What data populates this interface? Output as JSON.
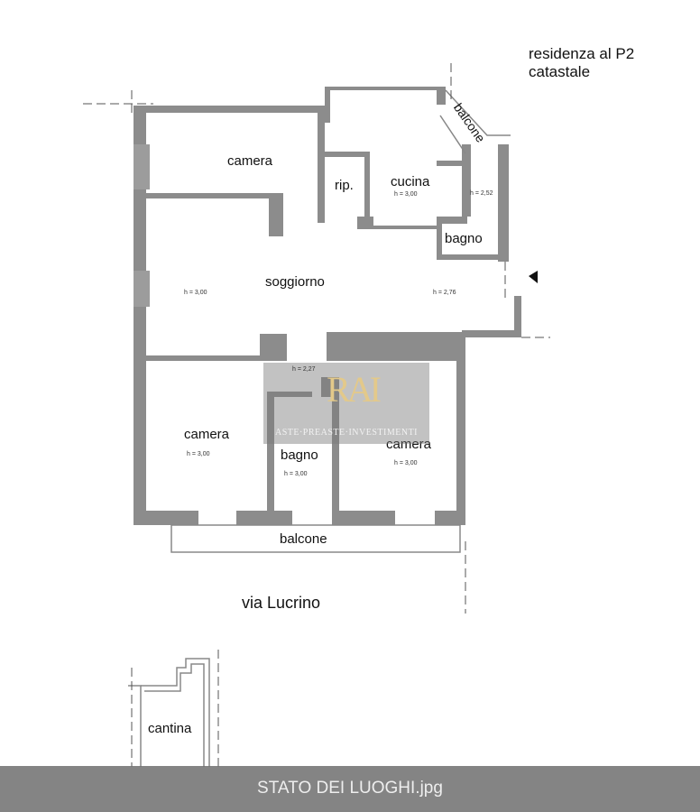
{
  "header": {
    "line1": "residenza al P2",
    "line2": "catastale"
  },
  "rooms": {
    "camera_top": "camera",
    "rip": "rip.",
    "cucina": "cucina",
    "cucina_h": "h = 3,00",
    "balcone_top": "balcone",
    "bagno_top": "bagno",
    "bagno_top_h": "h = 2,52",
    "soggiorno": "soggiorno",
    "soggiorno_h_left": "h = 3,00",
    "soggiorno_h_right": "h = 2,76",
    "corridor_h": "h = 2,27",
    "camera_bl": "camera",
    "camera_bl_h": "h = 3,00",
    "bagno_bottom": "bagno",
    "bagno_bottom_h": "h = 3,00",
    "camera_br": "camera",
    "camera_br_h": "h = 3,00",
    "balcone_bottom": "balcone",
    "cantina": "cantina"
  },
  "street": "via Lucrino",
  "watermark": {
    "logo": "RAI",
    "tagline": "ASTE·PREASTE·INVESTIMENTI"
  },
  "caption": "STATO DEI LUOGHI.jpg",
  "colors": {
    "wall": "#8c8c8c",
    "caption_bg": "#6e6e6e"
  }
}
